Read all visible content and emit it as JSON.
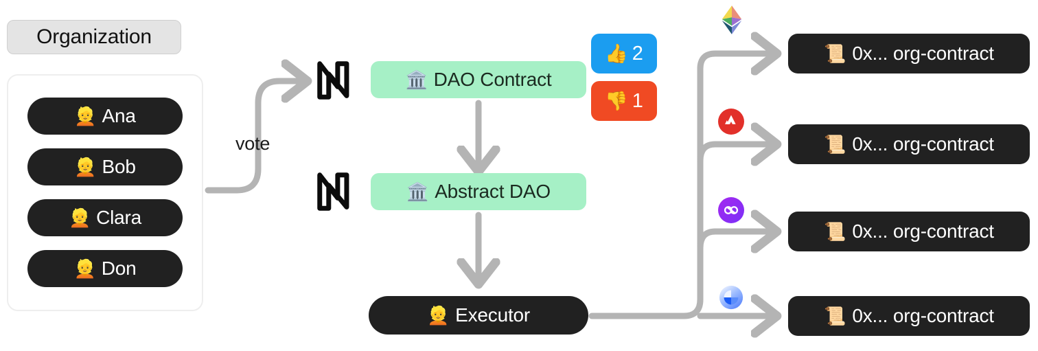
{
  "organization": {
    "label": "Organization",
    "members": [
      {
        "emoji": "👱",
        "icon_name": "person-blond-icon",
        "name": "Ana"
      },
      {
        "emoji": "👱",
        "icon_name": "person-blond-icon",
        "name": "Bob"
      },
      {
        "emoji": "👱",
        "icon_name": "person-blond-icon",
        "name": "Clara"
      },
      {
        "emoji": "👱",
        "icon_name": "person-blond-icon",
        "name": "Don"
      }
    ]
  },
  "edges": {
    "vote_label": "vote",
    "arrow_color": "#b4b4b4"
  },
  "pipeline": {
    "dao_contract": {
      "emoji": "🏛️",
      "icon_name": "classical-building-icon",
      "label": "DAO Contract",
      "chain_icon": "near-logo-icon",
      "color": "#a6f0c6"
    },
    "abstract_dao": {
      "emoji": "🏛️",
      "icon_name": "classical-building-icon",
      "label": "Abstract DAO",
      "chain_icon": "near-logo-icon",
      "color": "#a6f0c6"
    },
    "executor": {
      "emoji": "👱",
      "icon_name": "person-blond-icon",
      "label": "Executor",
      "color": "#212121"
    }
  },
  "votes": {
    "up": {
      "emoji": "👍",
      "icon_name": "thumbs-up-icon",
      "count": "2",
      "color": "#1b9df0"
    },
    "down": {
      "emoji": "👎",
      "icon_name": "thumbs-down-icon",
      "count": "1",
      "color": "#f04a23"
    }
  },
  "targets": [
    {
      "chain": "ethereum",
      "chain_icon": "ethereum-logo-icon",
      "emoji": "📜",
      "icon_name": "scroll-icon",
      "label": "0x... org-contract"
    },
    {
      "chain": "avalanche",
      "chain_icon": "avalanche-logo-icon",
      "emoji": "📜",
      "icon_name": "scroll-icon",
      "label": "0x... org-contract"
    },
    {
      "chain": "polygon",
      "chain_icon": "polygon-logo-icon",
      "emoji": "📜",
      "icon_name": "scroll-icon",
      "label": "0x... org-contract"
    },
    {
      "chain": "aurora",
      "chain_icon": "aurora-logo-icon",
      "emoji": "📜",
      "icon_name": "scroll-icon",
      "label": "0x... org-contract"
    }
  ]
}
